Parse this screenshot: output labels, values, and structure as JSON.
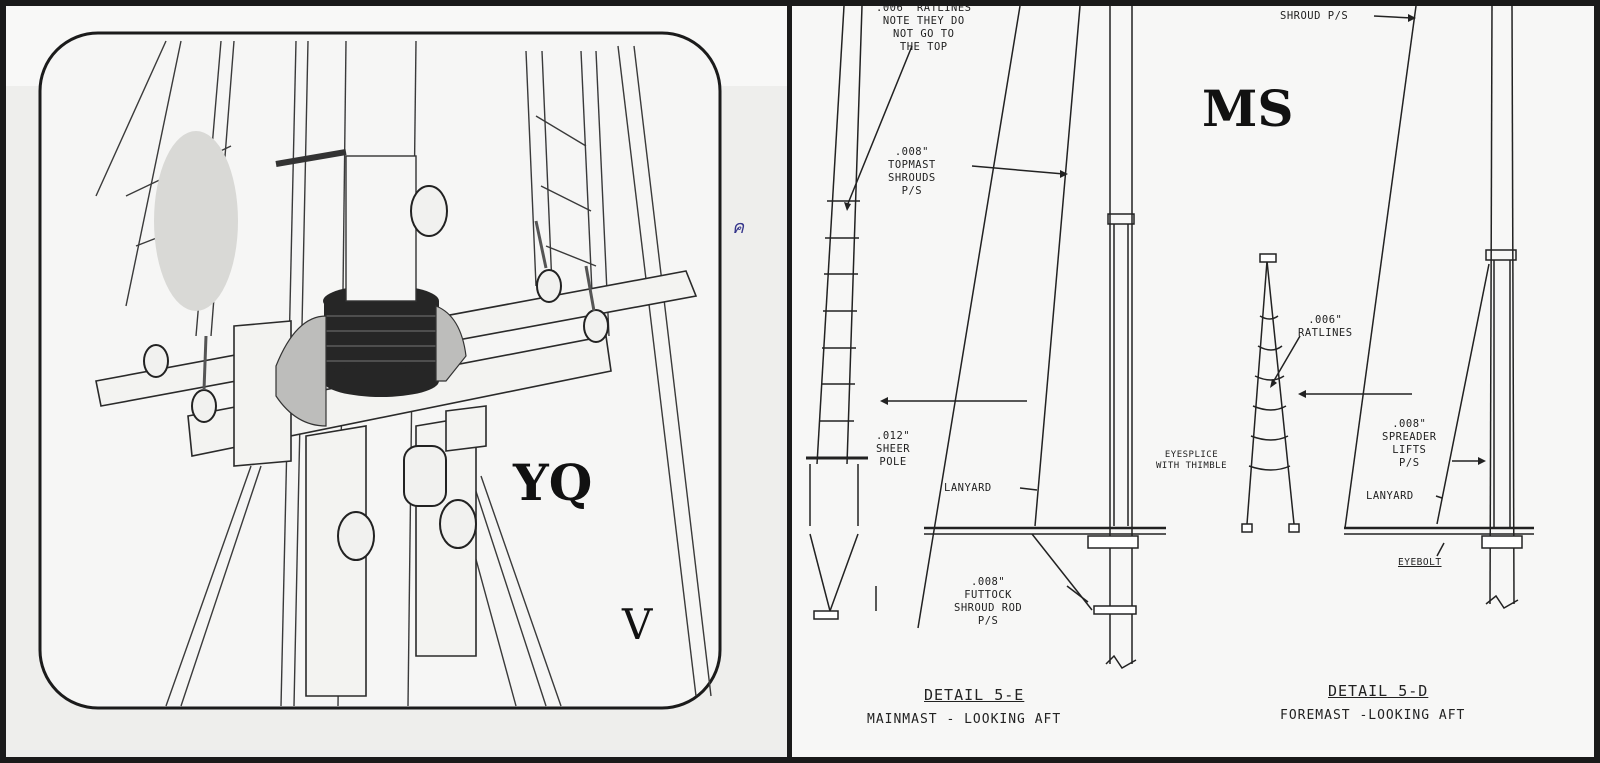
{
  "left_panel": {
    "label_main": "YQ",
    "label_corner": "V",
    "page_mark": "ค"
  },
  "right_panel": {
    "label_main": "MS",
    "notes": {
      "ratlines_top": ".006\" RATLINES\nNOTE THEY DO\nNOT GO TO\nTHE TOP",
      "shroud_ps": "SHROUD P/S",
      "topmast_shrouds": ".008\"\nTOPMAST\nSHROUDS\nP/S",
      "sheer_pole": ".012\"\nSHEER\nPOLE",
      "lanyard_left": "LANYARD",
      "futtock": ".008\"\nFUTTOCK\nSHROUD ROD\nP/S",
      "ratlines_mid": ".006\"\nRATLINES",
      "eyesplice": "EYESPLICE\nWITH THIMBLE",
      "spreader_lifts": ".008\"\nSPREADER\nLIFTS\nP/S",
      "lanyard_right": "LANYARD",
      "eyebolt": "EYEBOLT"
    },
    "captions": {
      "detail_e_title": "DETAIL 5-E",
      "detail_e_sub": "MAINMAST - LOOKING AFT",
      "detail_d_title": "DETAIL 5-D",
      "detail_d_sub": "FOREMAST -LOOKING AFT"
    }
  }
}
